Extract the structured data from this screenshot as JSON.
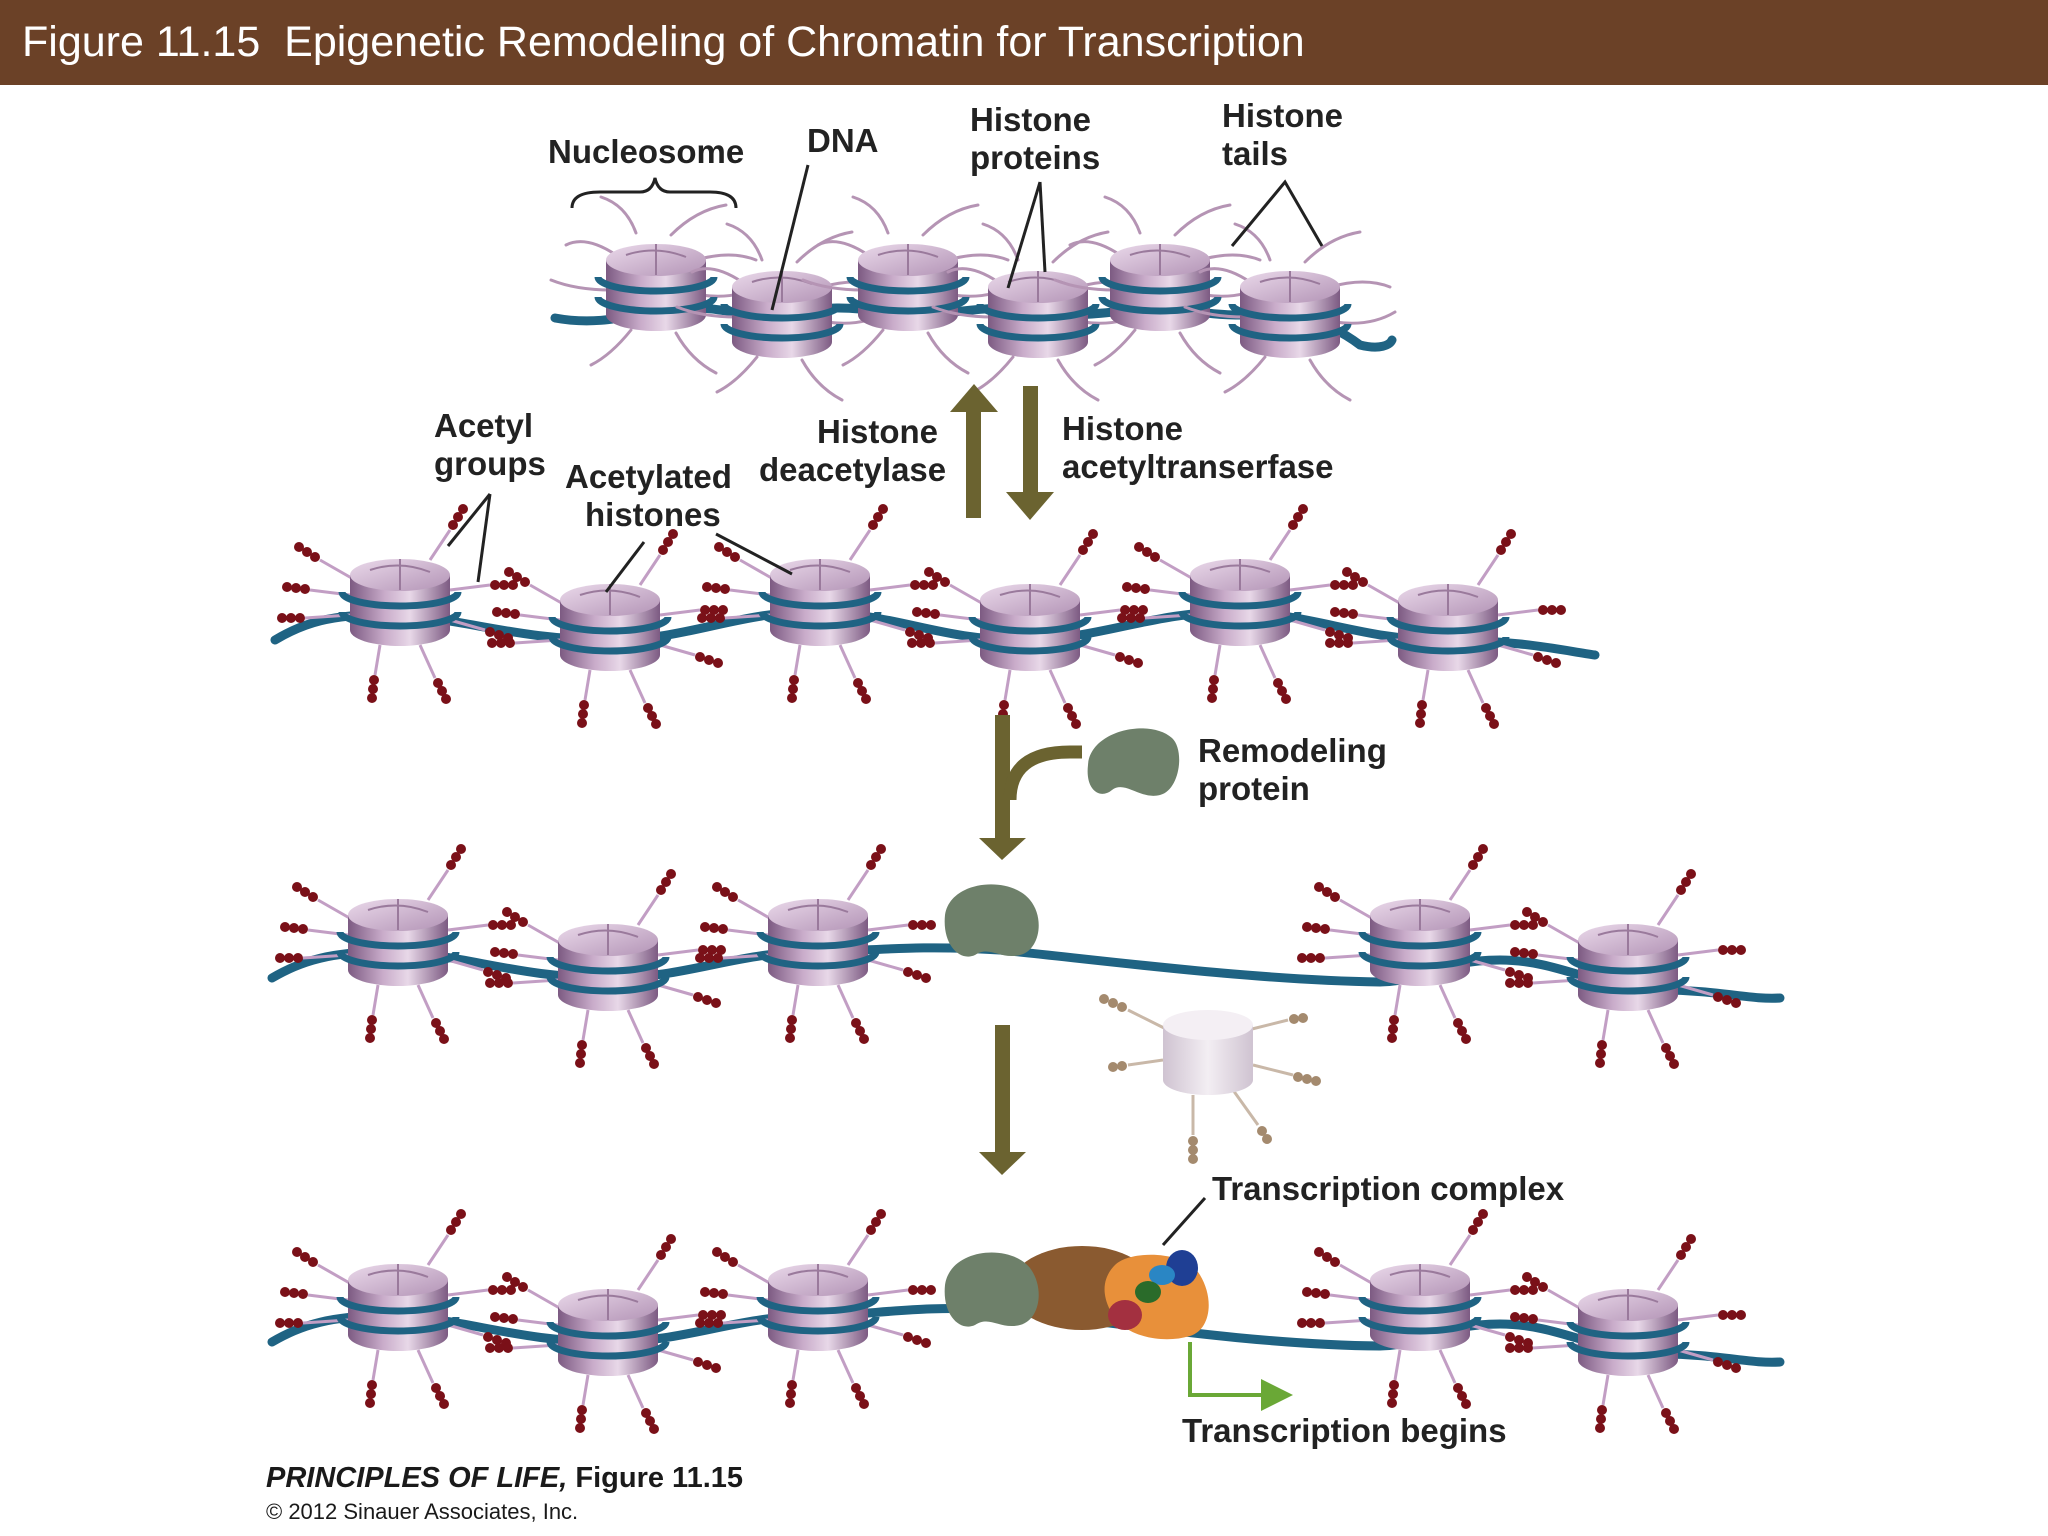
{
  "title": "Figure 11.15  Epigenetic Remodeling of Chromatin for Transcription",
  "labels": {
    "nucleosome": "Nucleosome",
    "dna": "DNA",
    "histone_proteins": [
      "Histone",
      "proteins"
    ],
    "histone_tails": [
      "Histone",
      "tails"
    ],
    "acetyl_groups": [
      "Acetyl",
      "groups"
    ],
    "acetylated_histones": [
      "Acetylated",
      "histones"
    ],
    "histone_deacetylase": [
      "Histone",
      "deacetylase"
    ],
    "histone_acetyltransferase": [
      "Histone",
      "acetyltranserfase"
    ],
    "remodeling_protein": [
      "Remodeling",
      "protein"
    ],
    "transcription_complex": "Transcription complex",
    "transcription_begins": "Transcription begins"
  },
  "credit": {
    "book": "PRINCIPLES OF LIFE,",
    "figure": " Figure 11.15",
    "copyright": "© 2012 Sinauer Associates, Inc."
  },
  "colors": {
    "title_bar": "#6b4127",
    "dna": "#1f6383",
    "histone": "#b596b8",
    "acetyl": "#7a1018",
    "arrow": "#6b6330",
    "remodeling_protein": "#6e806a",
    "transcription_arrow": "#6aa836"
  }
}
